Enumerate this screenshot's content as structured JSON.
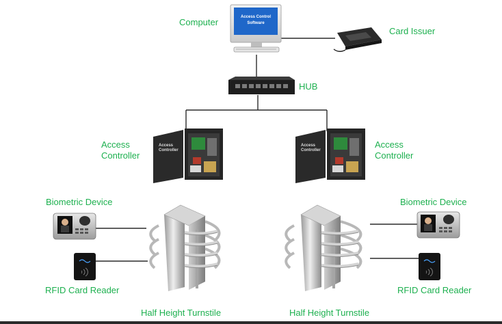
{
  "labels": {
    "computer": "Computer",
    "card_issuer": "Card Issuer",
    "hub": "HUB",
    "access_controller_left_1": "Access",
    "access_controller_left_2": "Controller",
    "access_controller_right_1": "Access",
    "access_controller_right_2": "Controller",
    "biometric_left": "Biometric Device",
    "biometric_right": "Biometric Device",
    "rfid_left": "RFID Card Reader",
    "rfid_right": "RFID Card Reader",
    "turnstile_left": "Half Height Turnstile",
    "turnstile_right": "Half Height Turnstile"
  },
  "screen": {
    "line1": "Access Control",
    "line2": "Software"
  },
  "cabinet_text": {
    "line1": "Access",
    "line2": "Controller"
  },
  "colors": {
    "label_green": "#1db04f",
    "line": "#2a2a2a",
    "screen_blue": "#1f67c9"
  }
}
